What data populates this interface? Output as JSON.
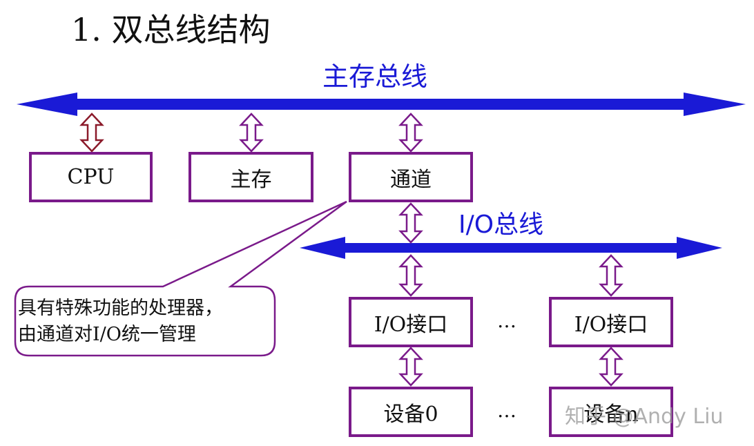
{
  "title": "1. 双总线结构",
  "buses": {
    "main_label": "主存总线",
    "io_label": "I/O总线"
  },
  "boxes": {
    "cpu": "CPU",
    "memory": "主存",
    "channel": "通道",
    "io_interface_1": "I/O接口",
    "io_interface_2": "I/O接口",
    "device_0": "设备0",
    "device_n": "设备n"
  },
  "ellipsis": "…",
  "callout": {
    "line1": "具有特殊功能的处理器，",
    "line2": "由通道对I/O统一管理"
  },
  "watermark": "知乎 @Andy Liu",
  "colors": {
    "bus": "#1a1ad6",
    "box_border": "#7a1a8a",
    "connector": "#7a1a8a",
    "cpu_connector": "#8b1a2a"
  }
}
